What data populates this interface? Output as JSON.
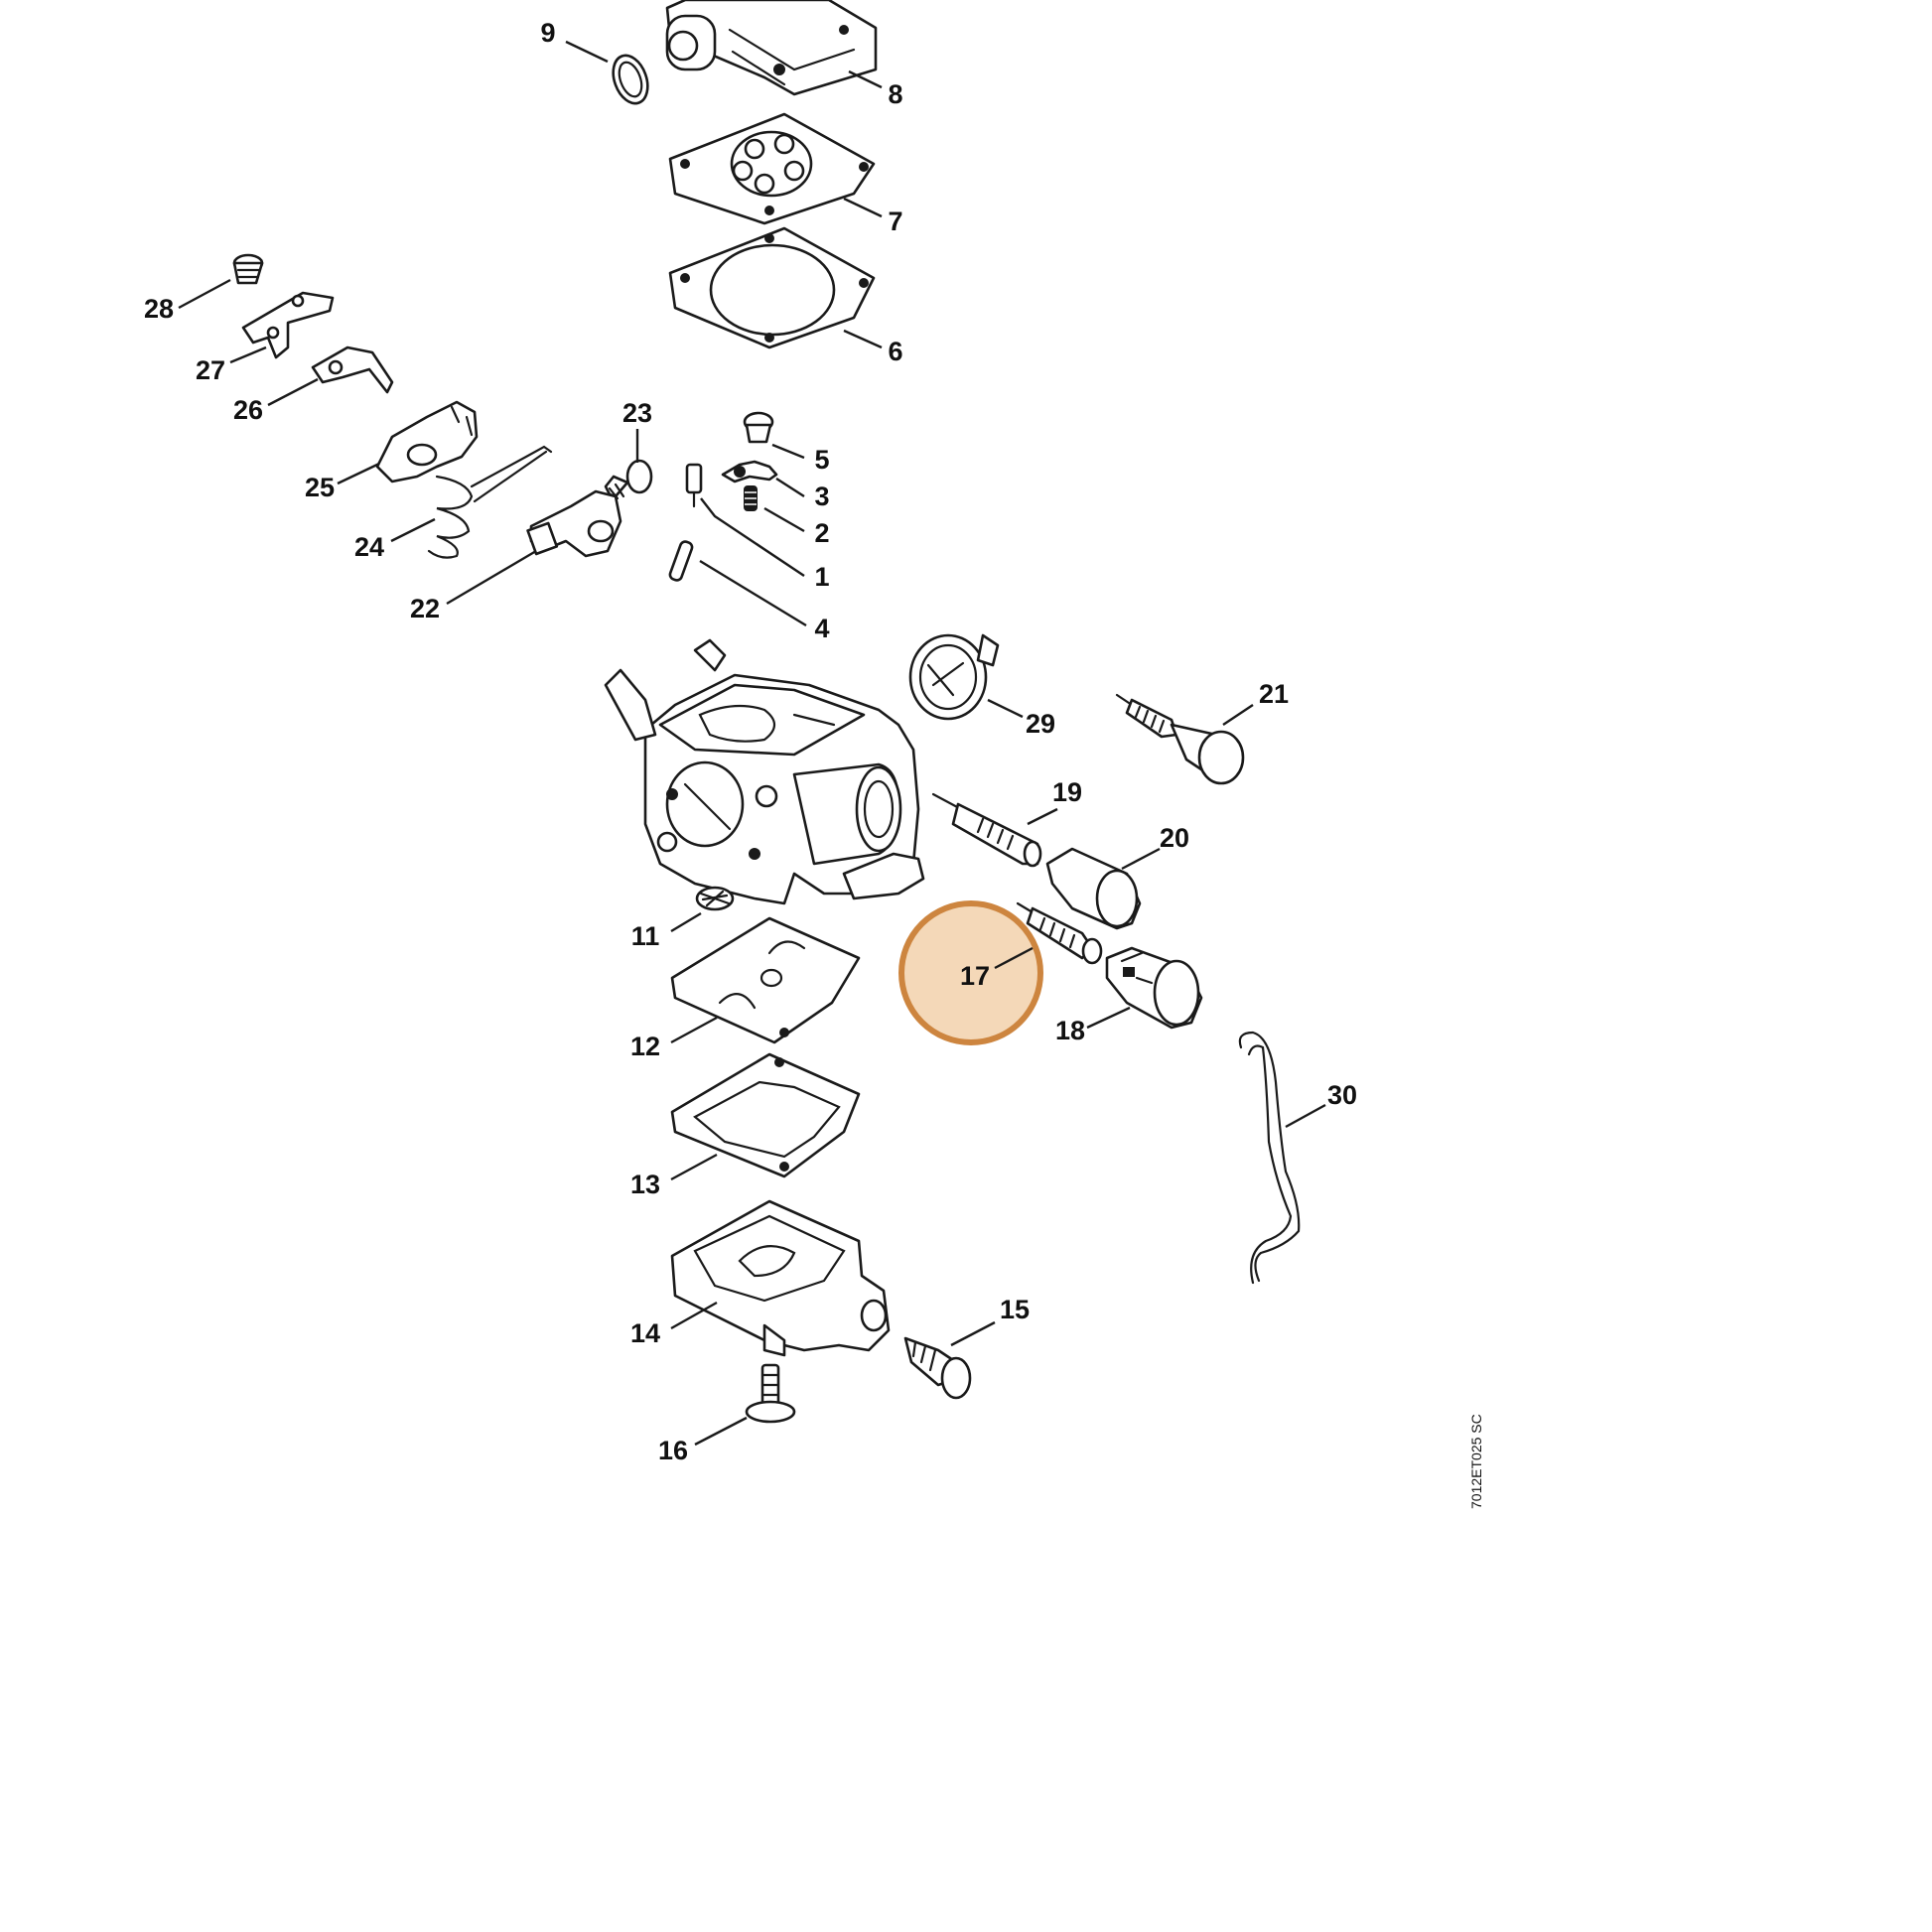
{
  "diagram": {
    "drawing_code": "7012ET025 SC",
    "highlight_color": "#cd853f",
    "highlighted_part": "17",
    "parts": [
      {
        "number": "1"
      },
      {
        "number": "2"
      },
      {
        "number": "3"
      },
      {
        "number": "4"
      },
      {
        "number": "5"
      },
      {
        "number": "6"
      },
      {
        "number": "7"
      },
      {
        "number": "8"
      },
      {
        "number": "9"
      },
      {
        "number": "11"
      },
      {
        "number": "12"
      },
      {
        "number": "13"
      },
      {
        "number": "14"
      },
      {
        "number": "15"
      },
      {
        "number": "16"
      },
      {
        "number": "17"
      },
      {
        "number": "18"
      },
      {
        "number": "19"
      },
      {
        "number": "20"
      },
      {
        "number": "21"
      },
      {
        "number": "22"
      },
      {
        "number": "23"
      },
      {
        "number": "24"
      },
      {
        "number": "25"
      },
      {
        "number": "26"
      },
      {
        "number": "27"
      },
      {
        "number": "28"
      },
      {
        "number": "29"
      },
      {
        "number": "30"
      }
    ]
  }
}
